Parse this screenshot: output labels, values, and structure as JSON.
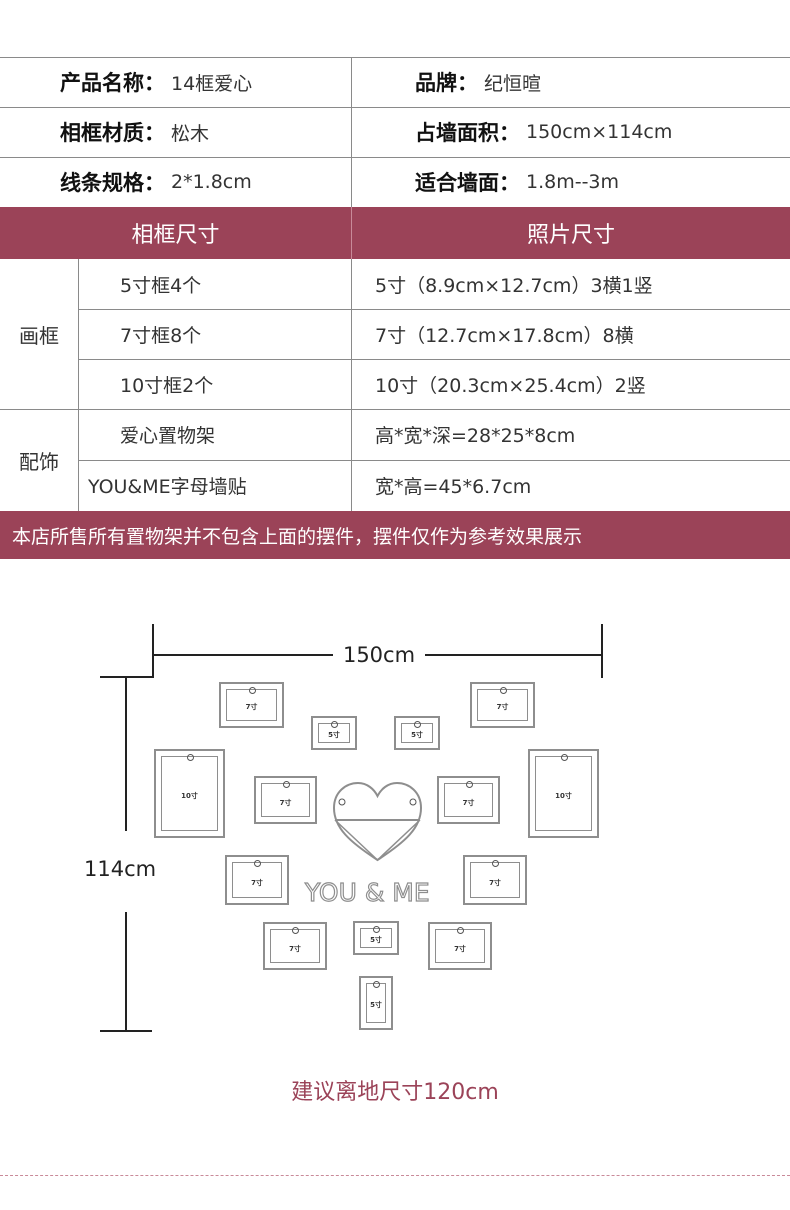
{
  "spec": {
    "product_name_label": "产品名称：",
    "product_name_value": "14框爱心",
    "brand_label": "品牌：",
    "brand_value": "纪恒暄",
    "material_label": "相框材质：",
    "material_value": "松木",
    "wall_area_label": "占墙面积：",
    "wall_area_value": "150cm×114cm",
    "line_spec_label": "线条规格：",
    "line_spec_value": "2*1.8cm",
    "wall_fit_label": "适合墙面：",
    "wall_fit_value": "1.8m--3m"
  },
  "header": {
    "frame_size": "相框尺寸",
    "photo_size": "照片尺寸"
  },
  "frames": {
    "group_label": "画框",
    "rows": [
      {
        "frame": "5寸框4个",
        "photo": "5寸（8.9cm×12.7cm）3横1竖"
      },
      {
        "frame": "7寸框8个",
        "photo": "7寸（12.7cm×17.8cm）8横"
      },
      {
        "frame": "10寸框2个",
        "photo": "10寸（20.3cm×25.4cm）2竖"
      }
    ]
  },
  "decor": {
    "group_label": "配饰",
    "rows": [
      {
        "item": "爱心置物架",
        "size": "高*宽*深=28*25*8cm"
      },
      {
        "item": "YOU&ME字母墙贴",
        "size": "宽*高=45*6.7cm"
      }
    ]
  },
  "notice": "本店所售所有置物架并不包含上面的摆件，摆件仅作为参考效果展示",
  "diagram": {
    "width_label": "150cm",
    "height_label": "114cm",
    "frame_5": "5寸",
    "frame_7": "7寸",
    "frame_10": "10寸",
    "letters": "YOU & ME"
  },
  "recommend": "建议离地尺寸120cm",
  "colors": {
    "band": "#9b4358",
    "recommend_text": "#9b4358",
    "lines": "#8a8a8a"
  }
}
